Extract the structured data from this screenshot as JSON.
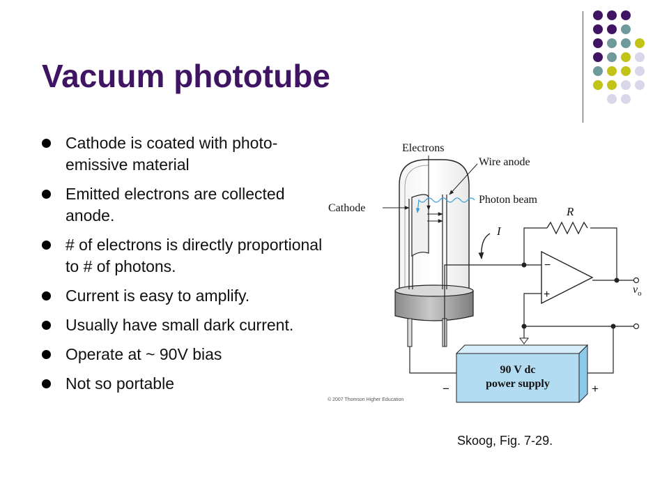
{
  "slide": {
    "title": "Vacuum phototube",
    "bullets": [
      "Cathode is coated with photo-emissive material",
      "Emitted electrons are collected anode.",
      "# of electrons is directly proportional to # of photons.",
      "Current is easy to amplify.",
      "Usually have small dark current.",
      "Operate at ~ 90V bias",
      "Not so portable"
    ],
    "caption": "Skoog, Fig. 7-29."
  },
  "diagram": {
    "labels": {
      "electrons": "Electrons",
      "wire_anode": "Wire anode",
      "cathode": "Cathode",
      "photon_beam": "Photon beam",
      "resistor": "R",
      "current": "I",
      "minus_input": "−",
      "plus_input": "+",
      "output": "v",
      "output_sub": "o",
      "power_supply_line1": "90 V dc",
      "power_supply_line2": "power supply",
      "supply_minus": "−",
      "supply_plus": "+"
    },
    "copyright": "© 2007 Thomson Higher Education"
  },
  "theme": {
    "title_color": "#3f1463",
    "dot_colors": [
      "#3f1463",
      "#6e9a9c",
      "#c2c41a",
      "#d8d8ea"
    ],
    "photon_color": "#3a9fd8",
    "power_supply_fill": "#b3dcf2"
  }
}
